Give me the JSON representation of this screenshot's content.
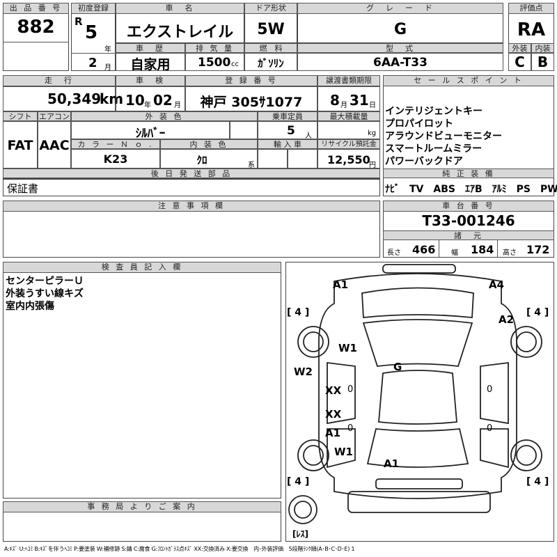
{
  "header": {
    "lot_label": "出 品 番 号",
    "lot_no": "882",
    "first_reg_label": "初度登録",
    "era": "R",
    "year": "5",
    "year_unit": "年",
    "month": "2",
    "month_unit": "月",
    "car_name_label": "車　名",
    "car_name": "エクストレイル",
    "door_label": "ドア形状",
    "door": "5W",
    "grade_label": "グ　レ　ー　ド",
    "grade": "G",
    "score_label": "評価点",
    "score": "RA",
    "history_label": "車　歴",
    "history": "自家用",
    "displacement_label": "排 気 量",
    "displacement": "1500",
    "displacement_unit": "cc",
    "fuel_label": "燃　料",
    "fuel": "ｶﾞｿﾘﾝ",
    "model_label": "型　式",
    "model": "6AA-T33",
    "ext_label": "外装",
    "ext": "C",
    "int_label": "内装",
    "int": "B"
  },
  "row2": {
    "mileage_label": "走　行",
    "mileage": "50,349",
    "mileage_unit": "km",
    "inspection_label": "車　検",
    "insp_year": "10",
    "insp_year_unit": "年",
    "insp_month": "02",
    "insp_month_unit": "月",
    "plate_label": "登 録 番 号",
    "plate": "神戸 305ｻ1077",
    "transfer_label": "譲渡書類期限",
    "transfer_month": "8",
    "transfer_month_unit": "月",
    "transfer_day": "31",
    "transfer_day_unit": "日",
    "sales_label": "セ ー ル ス ポ イ ン ト",
    "sales_points": [
      "インテリジェントキー",
      "プロパイロット",
      "アラウンドビューモニター",
      "スマートルームミラー",
      "パワーバックドア"
    ],
    "shift_label": "シフト",
    "shift": "FAT",
    "ac_label": "エアコン",
    "ac": "AAC",
    "color_label": "外 装 色",
    "color": "ｼﾙﾊﾞｰ",
    "capacity_label": "乗車定員",
    "capacity": "5",
    "capacity_unit": "人",
    "load_label": "最大積載量",
    "load_unit": "kg",
    "color_no_label": "カ ラ ー Ｎ ｏ .",
    "color_no": "K23",
    "int_color_label": "内 装 色",
    "int_color": "ｸﾛ",
    "int_color_unit": "系",
    "import_label": "輸 入 車",
    "recycle_label": "リサイクル預託金",
    "recycle": "12,550",
    "recycle_unit": "円"
  },
  "later": {
    "label": "後 日 発 送 部 品",
    "value": "保証書"
  },
  "equip": {
    "label": "純 正 装 備",
    "items": "ﾅﾋﾞ　TV　ABS　ｴｱB　ｱﾙﾐ　PS　PW"
  },
  "notes": {
    "label": "注 意 事 項 欄"
  },
  "chassis": {
    "label": "車 台 番 号",
    "value": "T33-001246",
    "dims_label": "諸　元",
    "length_label": "長さ",
    "length": "466",
    "width_label": "幅",
    "width": "184",
    "height_label": "高さ",
    "height": "172"
  },
  "inspector": {
    "label": "検 査 員 記 入 欄",
    "lines": [
      "センターピラーＵ",
      "外装うすい線キズ",
      "室内内張傷"
    ]
  },
  "office": {
    "label": "事 務 局 よ り ご 案 内"
  },
  "diagram": {
    "marks": {
      "a1_front_left": "A1",
      "a4_front_right": "A4",
      "a2_right": "A2",
      "w1_left": "W1",
      "w2_left": "W2",
      "g_windshield": "G",
      "xx1": "XX",
      "xx2": "XX",
      "a1_left": "A1",
      "w1_left_rear": "W1",
      "a1_rear": "A1",
      "zero1": "0",
      "zero2": "0",
      "zero3": "0",
      "zero4": "0"
    },
    "tire_tl": "[ 4 ]",
    "tire_tr": "[ 4 ]",
    "tire_bl": "[ 4 ]",
    "tire_br": "[ 4 ]",
    "spare": "[ﾚｽ]"
  },
  "legend": "A:ｷｽﾞ U:ﾍｺﾐ B:ｷｽﾞを伴うﾍｺﾐ P:要塗装 W:補修跡 S:錆 C:腐食 G:ﾌﾛﾝﾄｶﾞﾗｽ点ｷｽﾞ XX:交換済み X:要交換　内･外装評価　5段階ﾗﾝｸ順(A･B･C･D･E) 1"
}
